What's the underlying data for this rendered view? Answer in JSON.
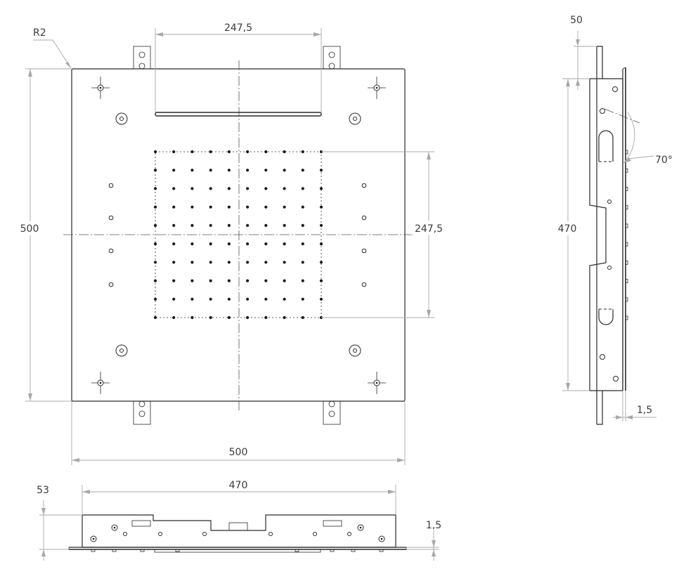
{
  "drawing": {
    "front_view": {
      "corner_radius_label": "R2",
      "top_width_label": "247,5",
      "height_label": "500",
      "right_height_label": "247,5",
      "bottom_width_label": "500"
    },
    "side_view": {
      "top_offset_label": "50",
      "height_label": "470",
      "angle_label": "70°",
      "thickness_label": "1,5"
    },
    "bottom_view": {
      "height_label": "53",
      "width_label": "470",
      "thickness_label": "1,5"
    },
    "nozzle_grid": {
      "rows": 10,
      "cols": 10
    }
  }
}
